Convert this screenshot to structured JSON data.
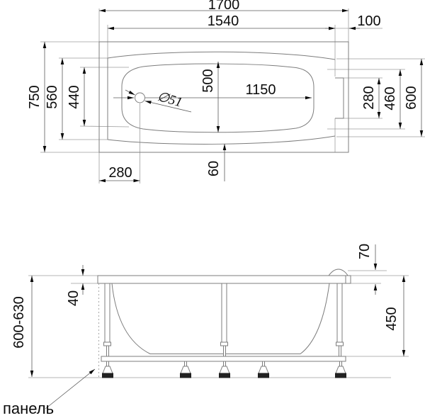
{
  "drawing": {
    "kind": "bathtub-technical-drawing",
    "top_view": {
      "dims": {
        "length_overall": "1700",
        "length_inner": "1540",
        "headrest_depth": "100",
        "width_overall": "750",
        "width_rim": "560",
        "width_basin_left": "440",
        "width_basin_center": "500",
        "basin_length": "1150",
        "drain_diameter": "∅51",
        "drain_offset_bottom": "280",
        "notch_height_right": "280",
        "recess_height_right": "460",
        "right_end_width": "600",
        "rim_gap_bottom": "60"
      }
    },
    "front_view": {
      "dims": {
        "rim_thickness": "40",
        "height_adjustable": "600-630",
        "headrest_bump_height": "70",
        "frame_height": "450"
      },
      "labels": {
        "panel": "панель"
      }
    },
    "style": {
      "line_color": "#7d7d7d",
      "accent_color": "#0b0b0b",
      "background": "#ffffff"
    }
  }
}
